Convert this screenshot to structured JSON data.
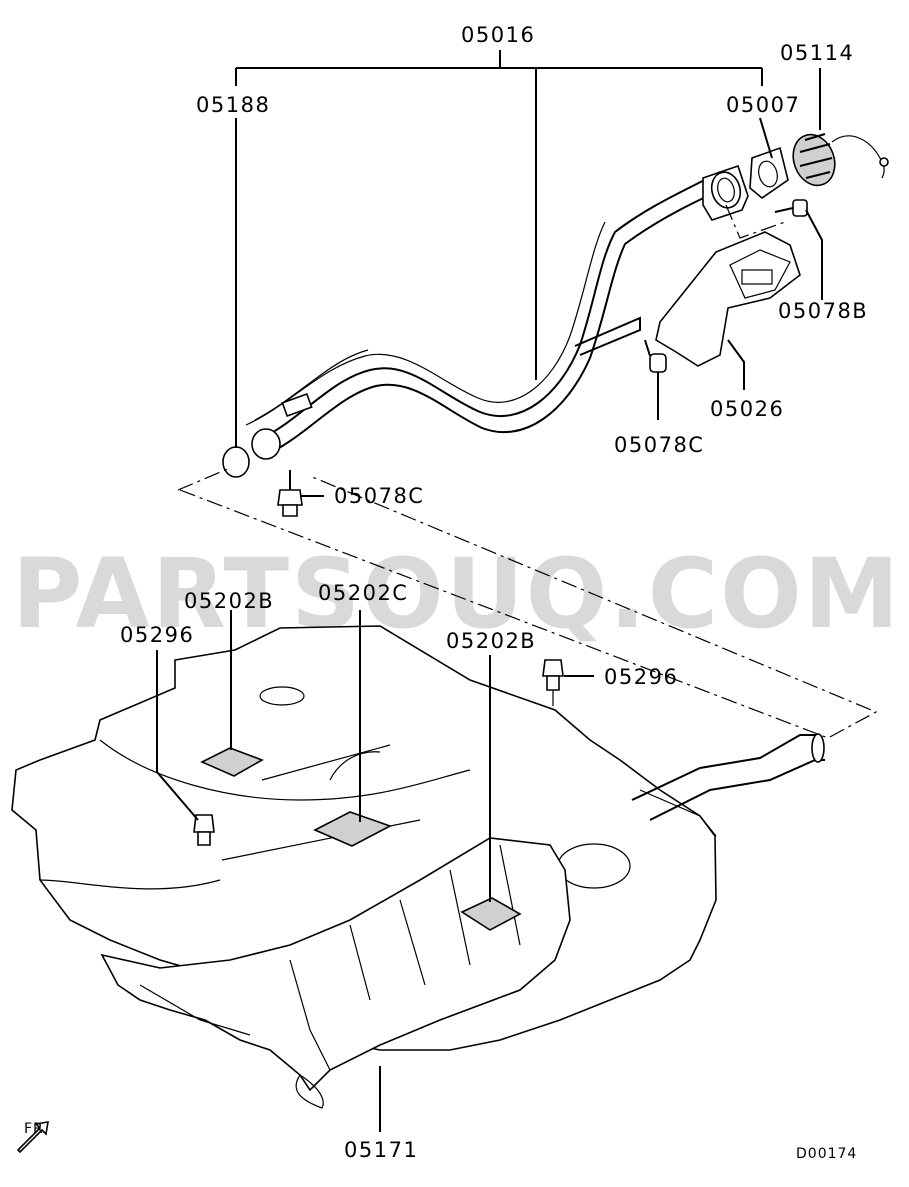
{
  "watermark": "PARTSOUQ.COM",
  "labels": {
    "p05016": "05016",
    "p05188": "05188",
    "p05114": "05114",
    "p05007": "05007",
    "p05078B": "05078B",
    "p05026": "05026",
    "p05078C_a": "05078C",
    "p05078C_b": "05078C",
    "p05202B_a": "05202B",
    "p05202C": "05202C",
    "p05296_a": "05296",
    "p05202B_b": "05202B",
    "p05296_b": "05296",
    "p05171": "05171"
  },
  "direction_marker": "FR",
  "diagram_code": "D00174"
}
